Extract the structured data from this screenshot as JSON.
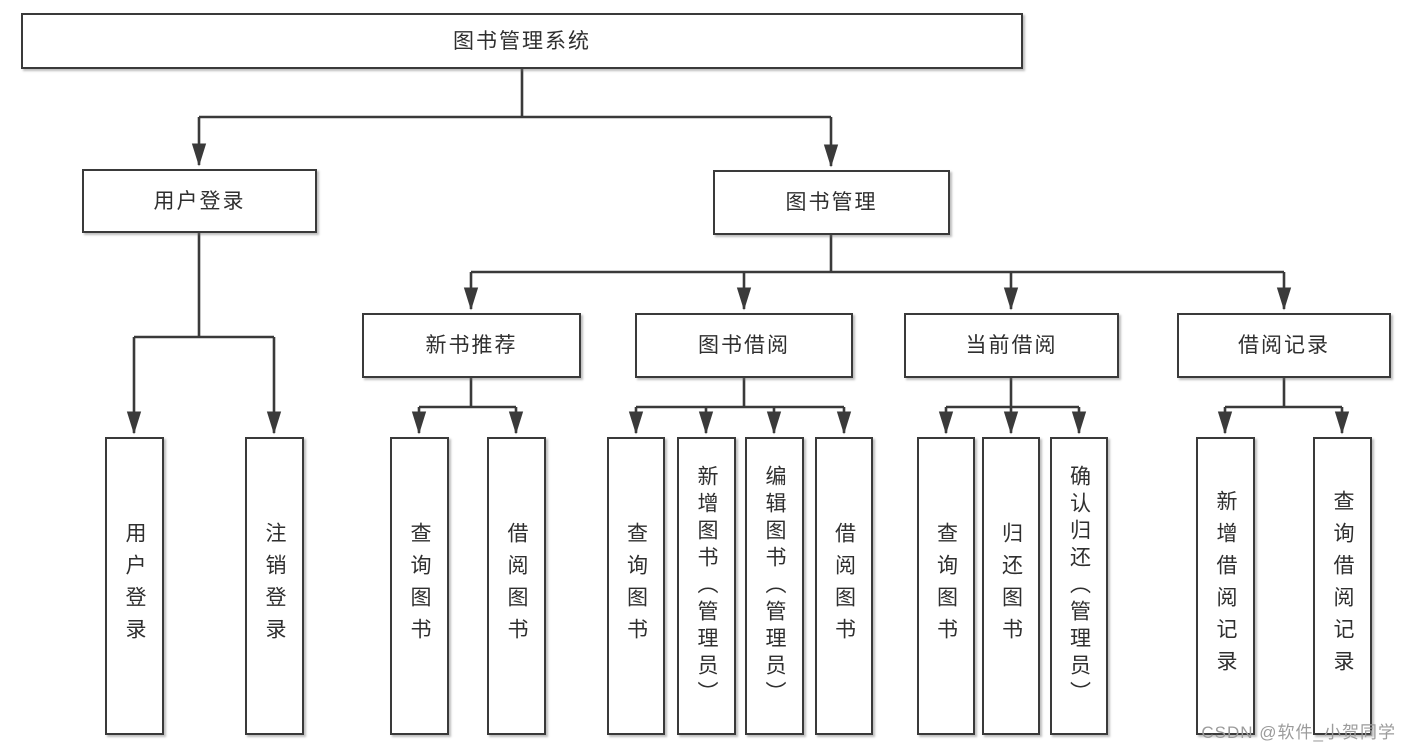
{
  "tree": {
    "label": "图书管理系统",
    "children": [
      {
        "label": "用户登录",
        "children": [
          {
            "label": "用户登录"
          },
          {
            "label": "注销登录"
          }
        ]
      },
      {
        "label": "图书管理",
        "children": [
          {
            "label": "新书推荐",
            "children": [
              {
                "label": "查询图书"
              },
              {
                "label": "借阅图书"
              }
            ]
          },
          {
            "label": "图书借阅",
            "children": [
              {
                "label": "查询图书"
              },
              {
                "label": "新增图书（管理员）"
              },
              {
                "label": "编辑图书（管理员）"
              },
              {
                "label": "借阅图书"
              }
            ]
          },
          {
            "label": "当前借阅",
            "children": [
              {
                "label": "查询图书"
              },
              {
                "label": "归还图书"
              },
              {
                "label": "确认归还（管理员）"
              }
            ]
          },
          {
            "label": "借阅记录",
            "children": [
              {
                "label": "新增借阅记录"
              },
              {
                "label": "查询借阅记录"
              }
            ]
          }
        ]
      }
    ]
  },
  "watermark": "CSDN @软件_小贺同学",
  "colors": {
    "line": "#3a3a3a",
    "box_border": "#3a3a3a",
    "box_background": "#ffffff",
    "text": "#2f2f2f",
    "watermark_text": "#9b9b9b",
    "page_background": "#ffffff"
  }
}
